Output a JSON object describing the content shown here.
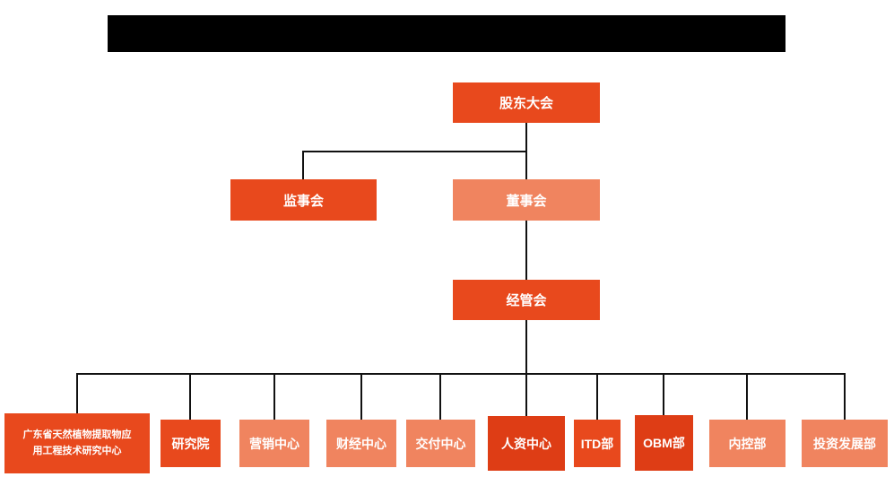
{
  "colors": {
    "primary": "#E8491D",
    "secondary": "#F0845F",
    "dark": "#DE3D15",
    "bar": "#000000",
    "line": "#111111",
    "text": "#ffffff"
  },
  "org": {
    "root": {
      "label": "股东大会",
      "color": "primary"
    },
    "level2": [
      {
        "label": "监事会",
        "color": "primary"
      },
      {
        "label": "董事会",
        "color": "secondary"
      }
    ],
    "level3": {
      "label": "经管会",
      "color": "primary"
    },
    "departments": [
      {
        "label": "广东省天然植物提取物应用工程技术研究中心",
        "color": "primary"
      },
      {
        "label": "研究院",
        "color": "primary"
      },
      {
        "label": "营销中心",
        "color": "secondary"
      },
      {
        "label": "财经中心",
        "color": "secondary"
      },
      {
        "label": "交付中心",
        "color": "secondary"
      },
      {
        "label": "人资中心",
        "color": "dark"
      },
      {
        "label": "ITD部",
        "color": "primary"
      },
      {
        "label": "OBM部",
        "color": "dark"
      },
      {
        "label": "内控部",
        "color": "secondary"
      },
      {
        "label": "投资发展部",
        "color": "secondary"
      }
    ]
  }
}
